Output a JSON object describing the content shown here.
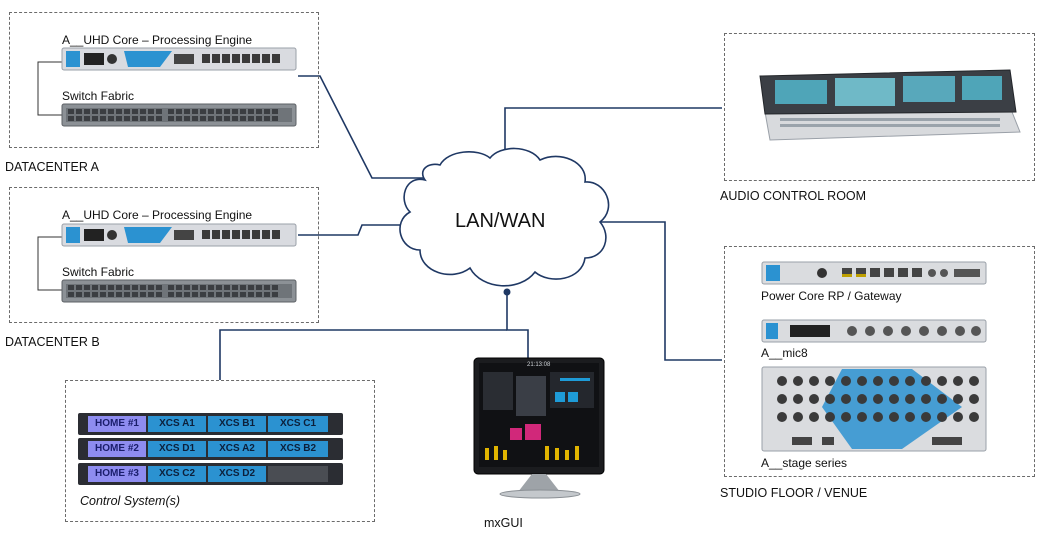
{
  "datacenter_a": {
    "label": "DATACENTER A",
    "core_label": "A__UHD Core – Processing Engine",
    "switch_label": "Switch Fabric"
  },
  "datacenter_b": {
    "label": "DATACENTER B",
    "core_label": "A__UHD Core – Processing Engine",
    "switch_label": "Switch Fabric"
  },
  "cloud": {
    "label": "LAN/WAN"
  },
  "audio_control_room": {
    "label": "AUDIO CONTROL ROOM"
  },
  "studio_floor": {
    "label": "STUDIO FLOOR / VENUE",
    "devices": [
      "Power Core RP / Gateway",
      "A__mic8",
      "A__stage series"
    ]
  },
  "control_systems": {
    "label": "Control System(s)",
    "rows": [
      {
        "home": "HOME #1",
        "cells": [
          "XCS A1",
          "XCS B1",
          "XCS C1"
        ]
      },
      {
        "home": "HOME #2",
        "cells": [
          "XCS D1",
          "XCS A2",
          "XCS B2"
        ]
      },
      {
        "home": "HOME #3",
        "cells": [
          "XCS C2",
          "XCS D2"
        ]
      }
    ]
  },
  "mxgui": {
    "label": "mxGUI",
    "screen_time": "21:13:08"
  },
  "colors": {
    "link": "#1f3864",
    "accent_blue": "#2b92d1",
    "home_purple": "#8e8cf0"
  }
}
